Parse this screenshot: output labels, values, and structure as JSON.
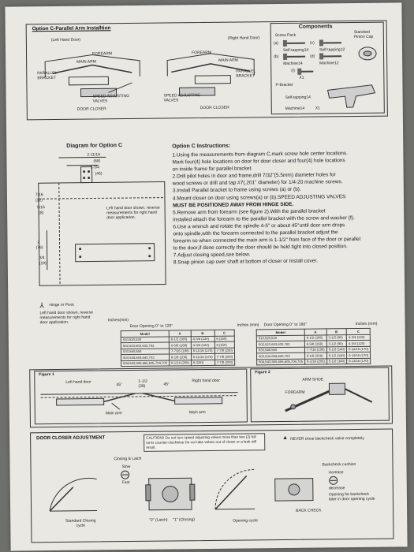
{
  "top": {
    "title": "Option C-Parallel Arm Installtion",
    "left_label": "(Left Hand Door)",
    "right_label": "(Right Hand Door)",
    "forearm": "FOREARM",
    "main_arm": "MAIN ARM",
    "parallel_bracket": "PARALLEL BRACKET",
    "speed_valves": "SPEED ADJUSTING VALVES",
    "door_closer": "DOOR CLOSER"
  },
  "components": {
    "title": "Components",
    "screw_pack": "Screw Pack",
    "pinion_cap": "Standard Pinion Cap",
    "items": [
      {
        "letter": "(a)",
        "name": "Self-tapping14"
      },
      {
        "letter": "(c)",
        "name": "Self-tapping12"
      },
      {
        "letter": "(b)",
        "name": "Machine14"
      },
      {
        "letter": "(d)",
        "name": "Machine12"
      },
      {
        "letter": "(f)",
        "name": "X1"
      }
    ],
    "p_bracket": "P-Bracket",
    "p_items": [
      "Self-tapping14",
      "Machine14",
      "X1"
    ]
  },
  "diagram": {
    "title": "Diagram for Option C",
    "dims": [
      "2-11/16",
      "(68)",
      "1-3/4",
      "(45)",
      "7/16",
      "(12)",
      "5/16",
      "(8)",
      "2",
      "(76)",
      "3/4",
      "(19)"
    ],
    "note_right": "Left hand door shown, reverse measurements for right hand door application.",
    "hinge": "Hinge or Pivot",
    "note_left": "Left hand door shown, reverse measurements for right hand door application."
  },
  "instructions": {
    "title": "Option C Instructions:",
    "lines": [
      "1.Using the measurements from diagram C,mark screw hole center locations.",
      "Mark four(4) hole locations on door for door closer and four(4) hole locations",
      "on inside frame for parallel bracket.",
      "2.Drill pilot holes in door and frame,drill 7/32\"(5.5mm) diameter holes for",
      "wood screws or drill and tap #7(.201\" diameter) for 1/4-20 machine screws.",
      "3.Install Parallel bracket to frame using screws (a) or (b).",
      "4.Mount closer on door using screws(a) or (b).SPEED ADJUSTING VALVES",
      "MUST BE POSITIONED AWAY FROM HINGE SIDE.",
      "5.Remove arm from forearm (see figure 2).With the parallel bracket",
      "installed attach the forearm to the parallel bracket with the screw and washer (f).",
      "6.Use a wrench and rotate the spindle 4-5\" or about 45°until door arm drops",
      "onto spindle,with the forearm connected to the parallel bracket adjust the",
      "forearm so when connected the main arm is 1-1/2\" from face of the door or parallel",
      "to the door,if done correctly the door should be held tight into closed position.",
      "7.Adjust closing speed,see below.",
      "8.Snap pinion cap over shaft at bottom of closer or Install cover."
    ]
  },
  "table1": {
    "caption": "Door Opening 0° to 120°",
    "units": "Inches (mm)",
    "headers": [
      "Model",
      "A",
      "B",
      "C"
    ],
    "rows": [
      [
        "510,520,530",
        "6-1/2 (165)",
        "4-3/4 (120)",
        "6 (150)"
      ],
      [
        "502,523,603,632,702",
        "6-5/8 (168)",
        "4-3/4 (120)",
        "6 (150)"
      ],
      [
        "533,540,550",
        "7-7/16 (190)",
        "6-11/16 (170)",
        "7-7/8 (200)"
      ],
      [
        "503,534,604,643,703",
        "8-1/8 (206)",
        "6-11/16 (170)",
        "7-7/8 (200)"
      ],
      [
        "504,543,505,656,605,704,705",
        "8-1/16 (205)",
        "6 (150)",
        "7-7/8 (200)"
      ]
    ]
  },
  "table2": {
    "caption": "Door Opening 0° to 180°",
    "units": "Inches (mm)",
    "headers": [
      "Model",
      "A",
      "B",
      "C"
    ],
    "rows": [
      [
        "510,520,530",
        "6-1/2 (165)",
        "3-1/2 (90)",
        "4-3/4 (120)"
      ],
      [
        "502,523,603,632,702",
        "6-5/8 (168)",
        "3-1/2 (90)",
        "4-3/4 (120)"
      ],
      [
        "533,540,550",
        "7-7/16 (190)",
        "5-1/2 (140)",
        "6-11/16 (170)"
      ],
      [
        "503,534,604,643,703",
        "8-1/8 (206)",
        "5-1/2 (140)",
        "6-11/16 (170)"
      ],
      [
        "504,543,505,656,605,704,705",
        "8-1/16 (205)",
        "5-1/2 (140)",
        "6-11/16 (170)"
      ]
    ]
  },
  "inches_mm": "Inches(mm)",
  "figure1": {
    "title": "Figure 1",
    "left_door": "Left hand door",
    "right_door": "Right hand door",
    "main_arm": "Main arm",
    "angle": "45°",
    "dim": "1-1/2",
    "dim_mm": "(38)"
  },
  "figure2": {
    "title": "Figure 2",
    "arm_shoe": "ARM SHOE",
    "forearm": "FOREARM"
  },
  "adjust": {
    "title": "DOOR CLOSER ADJUSTMENT",
    "caution": "CAUTION!! Do not turn speed adjusting valves more than two (2) full turns counter-clockwise Do not take valves out of closer or a leak will result.",
    "never": "NEVER close backcheck valve completely",
    "closing_latch": "Closing & Latch",
    "slow": "Slow",
    "fast": "Fast",
    "standard_cycle": "Standard Closing cycle",
    "latch": "\"2\" (Latch)",
    "closing": "\"1\" (Closing)",
    "opening_cycle": "Opening cycle",
    "backcheck_cushion": "Backcheck cushion",
    "increase": "increase",
    "decrease": "decrease",
    "back_check": "BACK CHECK",
    "opening_note": "Opening for backcheck later in door opening cycle"
  }
}
